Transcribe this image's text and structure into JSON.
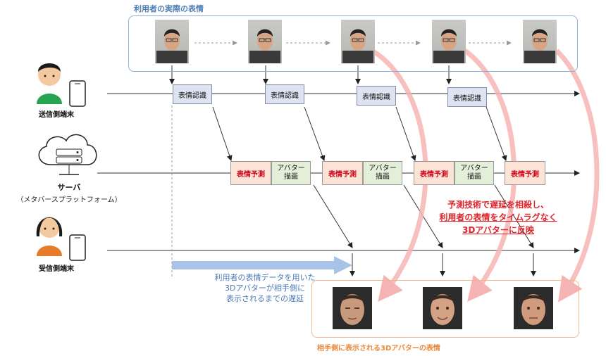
{
  "top_title": "利用者の実際の表情",
  "bottom_title": "相手側に表示される3Dアバターの表情",
  "sender_label": "送信側端末",
  "server_label": "サーバ",
  "server_sub": "（メタバースプラットフォーム）",
  "receiver_label": "受信側端末",
  "recognition_label": "表情認識",
  "prediction_label": "表情予測",
  "render_label_1": "アバター",
  "render_label_2": "描画",
  "delay_text": [
    "利用者の表情データを用いた",
    "3Dアバターが相手側に",
    "表示されるまでの遅延"
  ],
  "highlight_text": [
    "予測技術で遅延を相殺し、",
    "利用者の表情をタイムラグなく",
    "3Dアバターに反映"
  ],
  "colors": {
    "title_blue": "#4e7fb5",
    "recognition_fill": "#dde3f0",
    "prediction_fill": "#fbe3d6",
    "render_fill": "#e3efd9",
    "highlight_red": "#e0242b",
    "pink_arrow": "#f7b5b5",
    "delay_arrow": "#9dbce4",
    "avatar_box_border": "#f1b78a"
  },
  "icons": [
    "person-sender-icon",
    "smartphone-icon",
    "cloud-server-icon",
    "person-receiver-icon"
  ]
}
